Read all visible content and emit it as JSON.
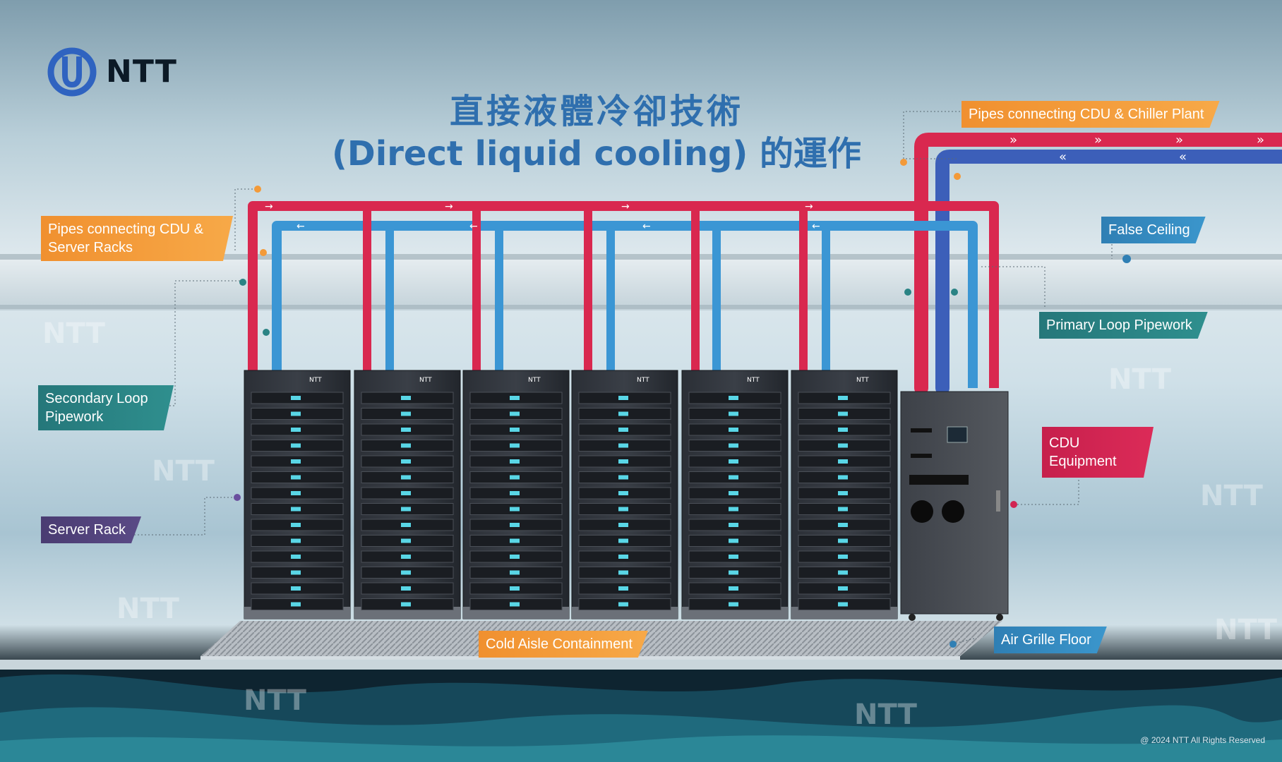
{
  "logo": {
    "brand": "NTT",
    "icon": "ntt-ring-logo-icon"
  },
  "title": {
    "line1": "直接液體冷卻技術",
    "line2": "(Direct liquid cooling) 的運作"
  },
  "labels": {
    "pipes_cdu_chiller": "Pipes connecting CDU & Chiller Plant",
    "pipes_cdu_server": "Pipes connecting CDU &\nServer Racks",
    "false_ceiling": "False Ceiling",
    "primary_loop": "Primary Loop Pipework",
    "secondary_loop": "Secondary Loop\nPipework",
    "cdu_equipment": "CDU\nEquipment",
    "server_rack": "Server Rack",
    "cold_aisle": "Cold Aisle Containment",
    "air_grille": "Air Grille Floor"
  },
  "rack_brand": "NTT",
  "watermark": "NTT",
  "copyright": "@ 2024 NTT All Rights Reserved",
  "colors": {
    "hot_pipe": "#d9284f",
    "cold_pipe": "#3b96d4",
    "primary_cold_pipe": "#3c5fb9",
    "title": "#2f6fae",
    "orange_label": "#f39a39",
    "blue_label": "#3389c1",
    "teal_label": "#2a8384",
    "purple_label": "#4f4079",
    "crimson_label": "#d12552"
  },
  "rack_count": 6
}
